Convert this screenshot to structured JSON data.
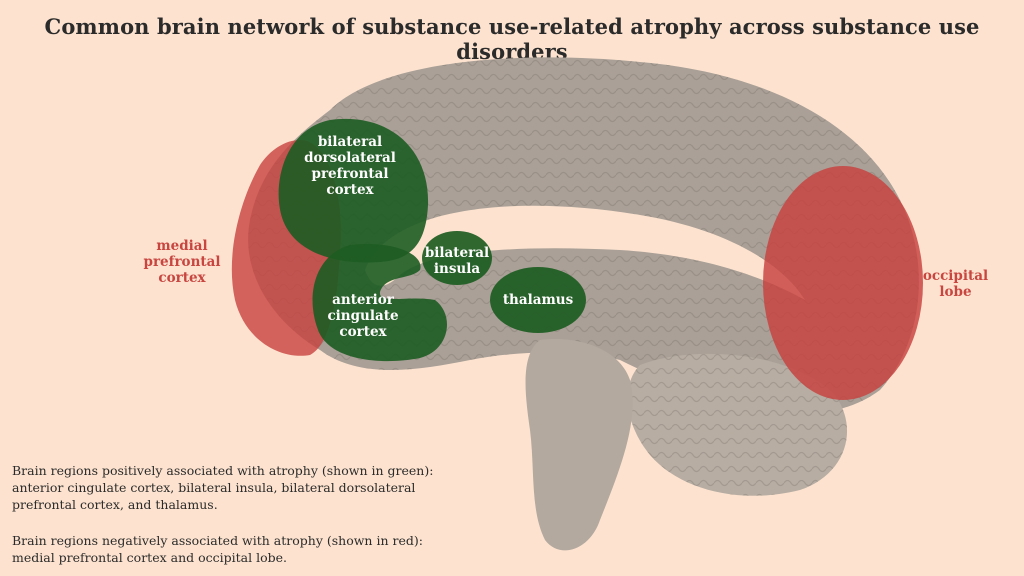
{
  "title": "Common brain network of substance use-related atrophy across substance use disorders",
  "regions_green": [
    {
      "id": "dlpfc",
      "lines": [
        "bilateral",
        "dorsolateral",
        "prefrontal",
        "cortex"
      ]
    },
    {
      "id": "insula",
      "lines": [
        "bilateral",
        "insula"
      ]
    },
    {
      "id": "thalamus",
      "lines": [
        "thalamus"
      ]
    },
    {
      "id": "acc",
      "lines": [
        "anterior",
        "cingulate",
        "cortex"
      ]
    }
  ],
  "regions_red": [
    {
      "id": "mpfc",
      "lines": [
        "medial",
        "prefrontal",
        "cortex"
      ]
    },
    {
      "id": "occipital",
      "lines": [
        "occipital",
        "lobe"
      ]
    }
  ],
  "captions": {
    "positive": "Brain regions positively associated with atrophy (shown in green): anterior cingulate cortex, bilateral insula, bilateral dorsolateral prefrontal cortex, and thalamus.",
    "negative": "Brain regions negatively associated with atrophy (shown in red): medial prefrontal cortex and occipital lobe."
  },
  "colors": {
    "background": "#fde3cf",
    "brain": "#a89e95",
    "green": "#1d5c22",
    "red": "#c8413e"
  }
}
